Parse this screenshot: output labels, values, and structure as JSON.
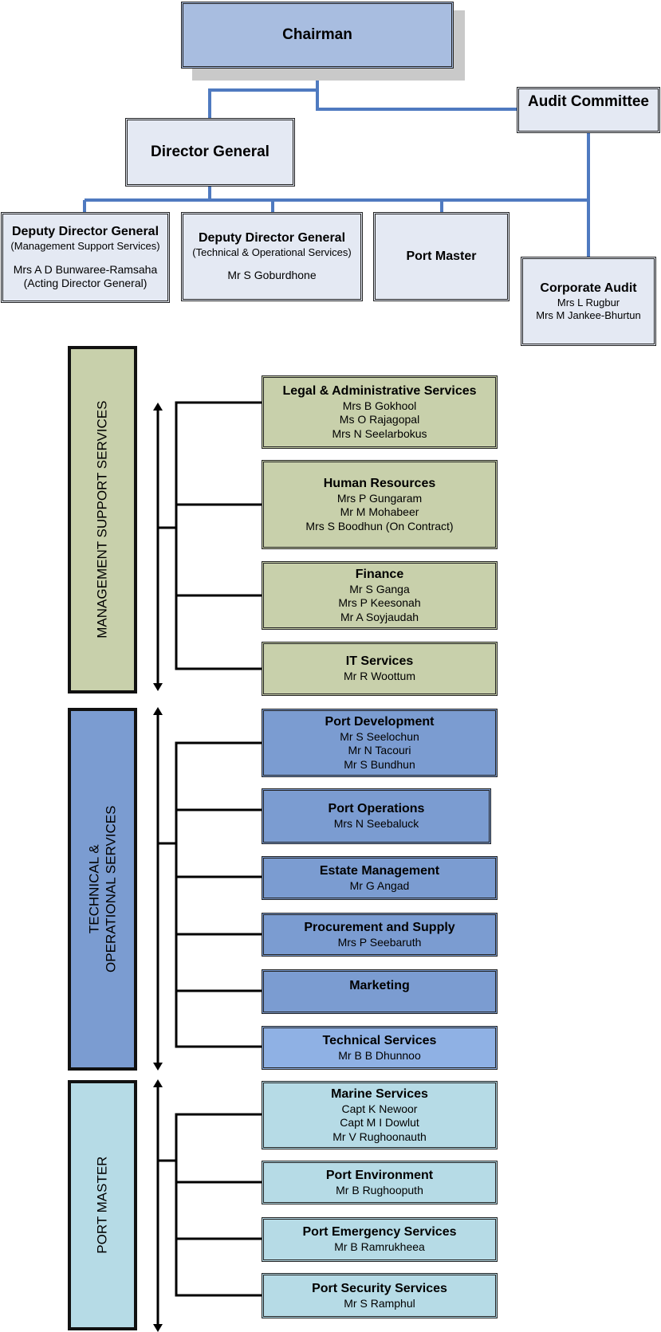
{
  "top": {
    "chairman": "Chairman",
    "audit_committee": "Audit Committee",
    "director_general": "Director General",
    "ddg_mss": {
      "title": "Deputy Director General",
      "subtitle": "(Management Support Services)",
      "name": "Mrs A D Bunwaree-Ramsaha",
      "note": "(Acting Director General)"
    },
    "ddg_tos": {
      "title": "Deputy Director General",
      "subtitle": "(Technical & Operational Services)",
      "name": "Mr S Goburdhone"
    },
    "port_master": "Port Master",
    "corporate_audit": {
      "title": "Corporate Audit",
      "members": [
        "Mrs L Rugbur",
        "Mrs M Jankee-Bhurtun"
      ]
    }
  },
  "groups": {
    "mss": {
      "label": "MANAGEMENT SUPPORT SERVICES",
      "color": "#c8d0ab",
      "units": [
        {
          "title": "Legal & Administrative Services",
          "members": [
            "Mrs B Gokhool",
            "Ms O Rajagopal",
            "Mrs N Seelarbokus"
          ]
        },
        {
          "title": "Human Resources",
          "members": [
            "Mrs P Gungaram",
            "Mr M Mohabeer",
            "Mrs S Boodhun (On Contract)"
          ]
        },
        {
          "title": "Finance",
          "members": [
            "Mr S Ganga",
            "Mrs P Keesonah",
            "Mr A Soyjaudah"
          ]
        },
        {
          "title": "IT Services",
          "members": [
            "Mr R Woottum"
          ]
        }
      ]
    },
    "tos": {
      "label_lines": [
        "TECHNICAL &",
        "OPERATIONAL SERVICES"
      ],
      "color": "#7b9cd1",
      "units": [
        {
          "title": "Port Development",
          "members": [
            "Mr S Seelochun",
            "Mr N Tacouri",
            "Mr S Bundhun"
          ]
        },
        {
          "title": "Port Operations",
          "members": [
            "Mrs N Seebaluck"
          ]
        },
        {
          "title": "Estate Management",
          "members": [
            "Mr G Angad"
          ]
        },
        {
          "title": "Procurement and Supply",
          "members": [
            "Mrs P Seebaruth"
          ]
        },
        {
          "title": "Marketing",
          "members": []
        },
        {
          "title": "Technical Services",
          "members": [
            "Mr B B Dhunnoo"
          ]
        }
      ]
    },
    "pm": {
      "label": "PORT MASTER",
      "color": "#b6dbe6",
      "units": [
        {
          "title": "Marine Services",
          "members": [
            "Capt K Newoor",
            "Capt M I Dowlut",
            "Mr V Rughoonauth"
          ]
        },
        {
          "title": "Port Environment",
          "members": [
            "Mr B Rughooputh"
          ]
        },
        {
          "title": "Port Emergency Services",
          "members": [
            "Mr B Ramrukheea"
          ]
        },
        {
          "title": "Port Security Services",
          "members": [
            "Mr S Ramphul"
          ]
        }
      ]
    }
  }
}
